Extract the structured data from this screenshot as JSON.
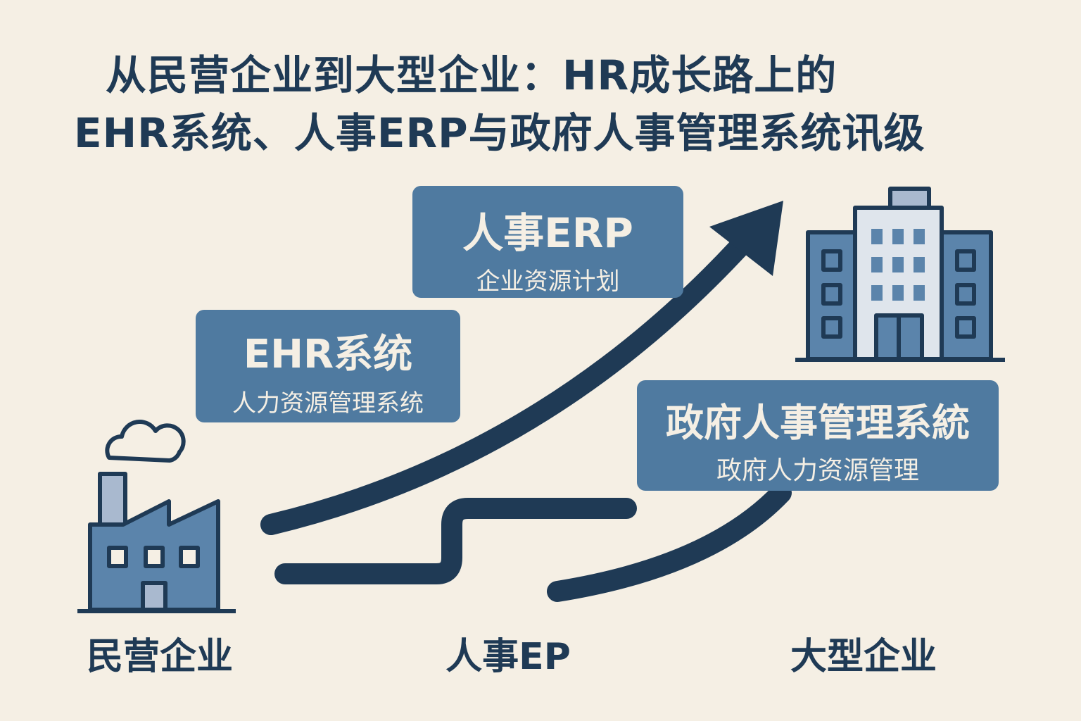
{
  "title": {
    "line1": "从民营企业到大型企业：HR成长路上的",
    "line2": "EHR系统、人事ERP与政府人事管理系统讯级"
  },
  "boxes": {
    "erp": {
      "title": "人事ERP",
      "subtitle": "企业资源计划"
    },
    "ehr": {
      "title": "EHR系统",
      "subtitle": "人力资源管理系统"
    },
    "gov": {
      "title": "政府人事管理系統",
      "subtitle": "政府人力资源管理"
    }
  },
  "labels": {
    "private": "民营企业",
    "middle": "人事EP",
    "large": "大型企业"
  },
  "colors": {
    "background": "#f5efe4",
    "navy": "#1f3a55",
    "box": "#4f7aa0",
    "building": "#5b84ab",
    "light": "#a9b9cf"
  },
  "icons": [
    "factory-icon",
    "office-building-icon",
    "growth-arrow-icon"
  ]
}
